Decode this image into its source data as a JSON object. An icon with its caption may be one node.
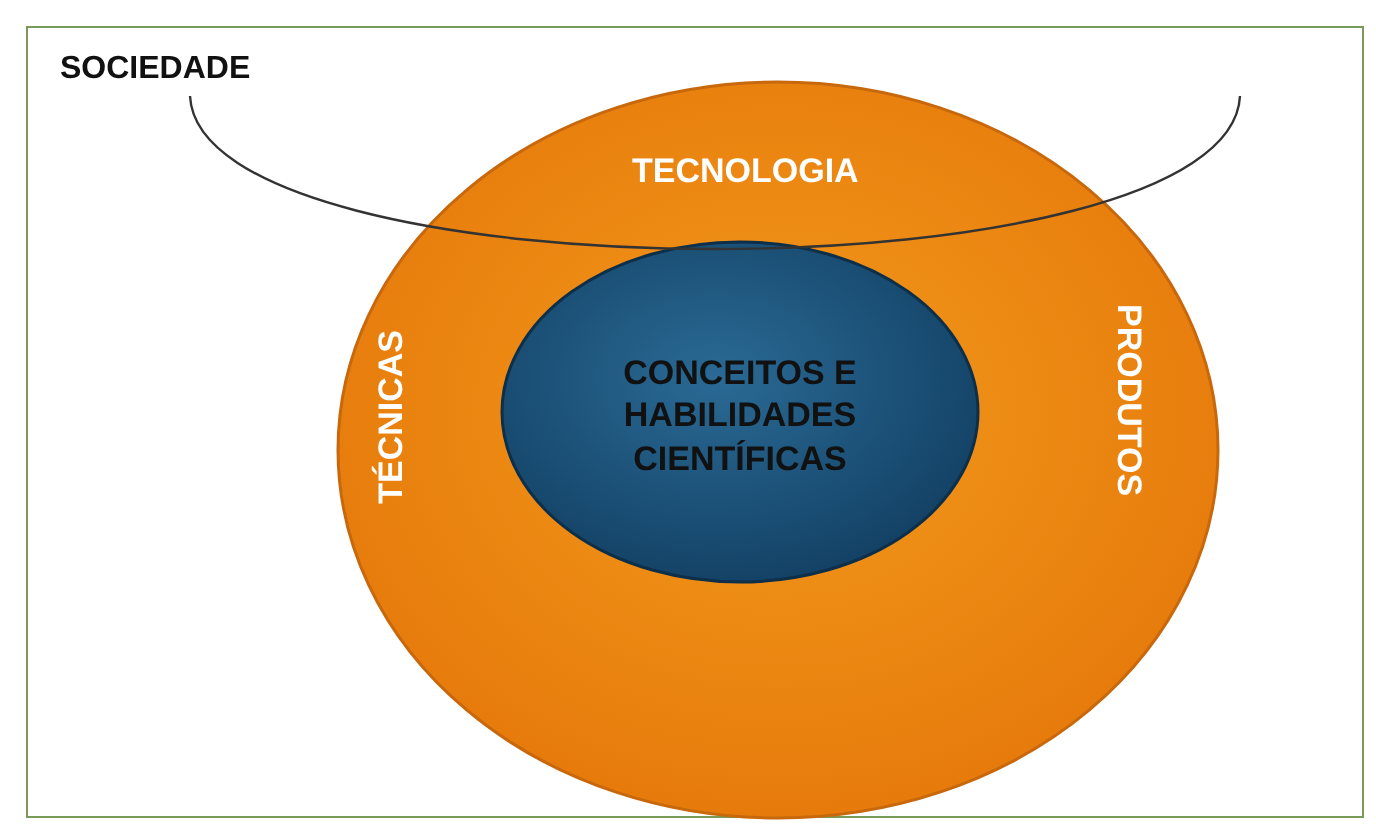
{
  "diagram": {
    "nodes": [
      {
        "text": [
          "TECNOLOGIA",
          "TÉCNICAS",
          "PRODUTOS"
        ]
      },
      {
        "text": [
          "CONCEITOS E HABILIDADES CIENTÍFICAS"
        ],
        "in": 0
      }
    ],
    "labels": [
      "SOCIEDADE"
    ]
  }
}
